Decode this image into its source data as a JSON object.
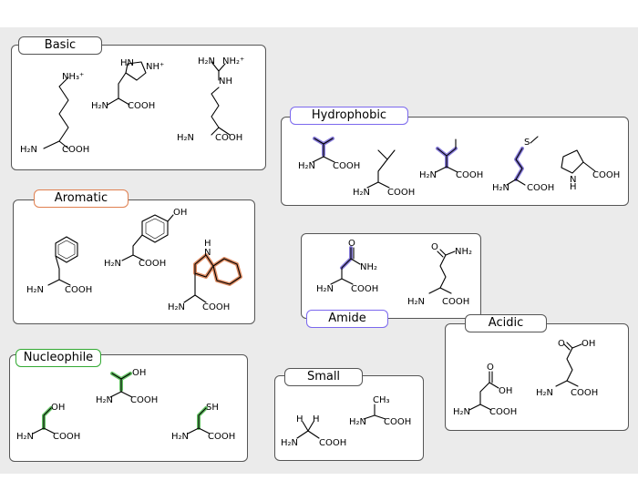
{
  "groups": [
    {
      "id": "basic",
      "label": "Basic",
      "accent": "#555555"
    },
    {
      "id": "hydrophobic",
      "label": "Hydrophobic",
      "accent": "#7b68ee"
    },
    {
      "id": "aromatic",
      "label": "Aromatic",
      "accent": "#e08050"
    },
    {
      "id": "amide",
      "label": "Amide",
      "accent": "#7b68ee"
    },
    {
      "id": "acidic",
      "label": "Acidic",
      "accent": "#555555"
    },
    {
      "id": "nucleophile",
      "label": "Nucleophile",
      "accent": "#33aa33"
    },
    {
      "id": "small",
      "label": "Small",
      "accent": "#555555"
    }
  ],
  "atoms": {
    "h2n": "H₂N",
    "cooh": "COOH",
    "nh3": "NH₃⁺",
    "hn": "HN",
    "nhplus": "NH⁺",
    "nh2plus": "NH₂⁺",
    "h2n_g": "H₂N",
    "nh": "NH",
    "s": "S",
    "nh_pro": "N",
    "h_pro": "H",
    "oh": "OH",
    "h_trp": "H",
    "n_trp": "N",
    "o": "O",
    "nh2": "NH₂",
    "ch3": "CH₃",
    "h": "H",
    "sh": "SH"
  },
  "colors": {
    "hydrophobic": "#5544cc",
    "aromatic": "#d05a20",
    "nucleophile": "#22aa22",
    "amide": "#5544cc"
  }
}
